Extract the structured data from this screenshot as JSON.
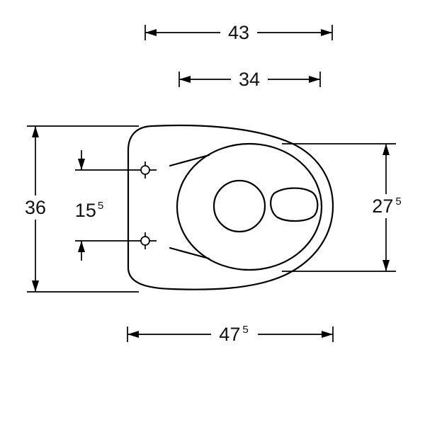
{
  "dimensions": {
    "top_width": {
      "main": "43"
    },
    "inner_width": {
      "main": "34"
    },
    "left_height": {
      "main": "36"
    },
    "hinge_spacing": {
      "main": "15",
      "sup": "5"
    },
    "right_depth": {
      "main": "27",
      "sup": "5"
    },
    "total_length": {
      "main": "47",
      "sup": "5"
    }
  }
}
